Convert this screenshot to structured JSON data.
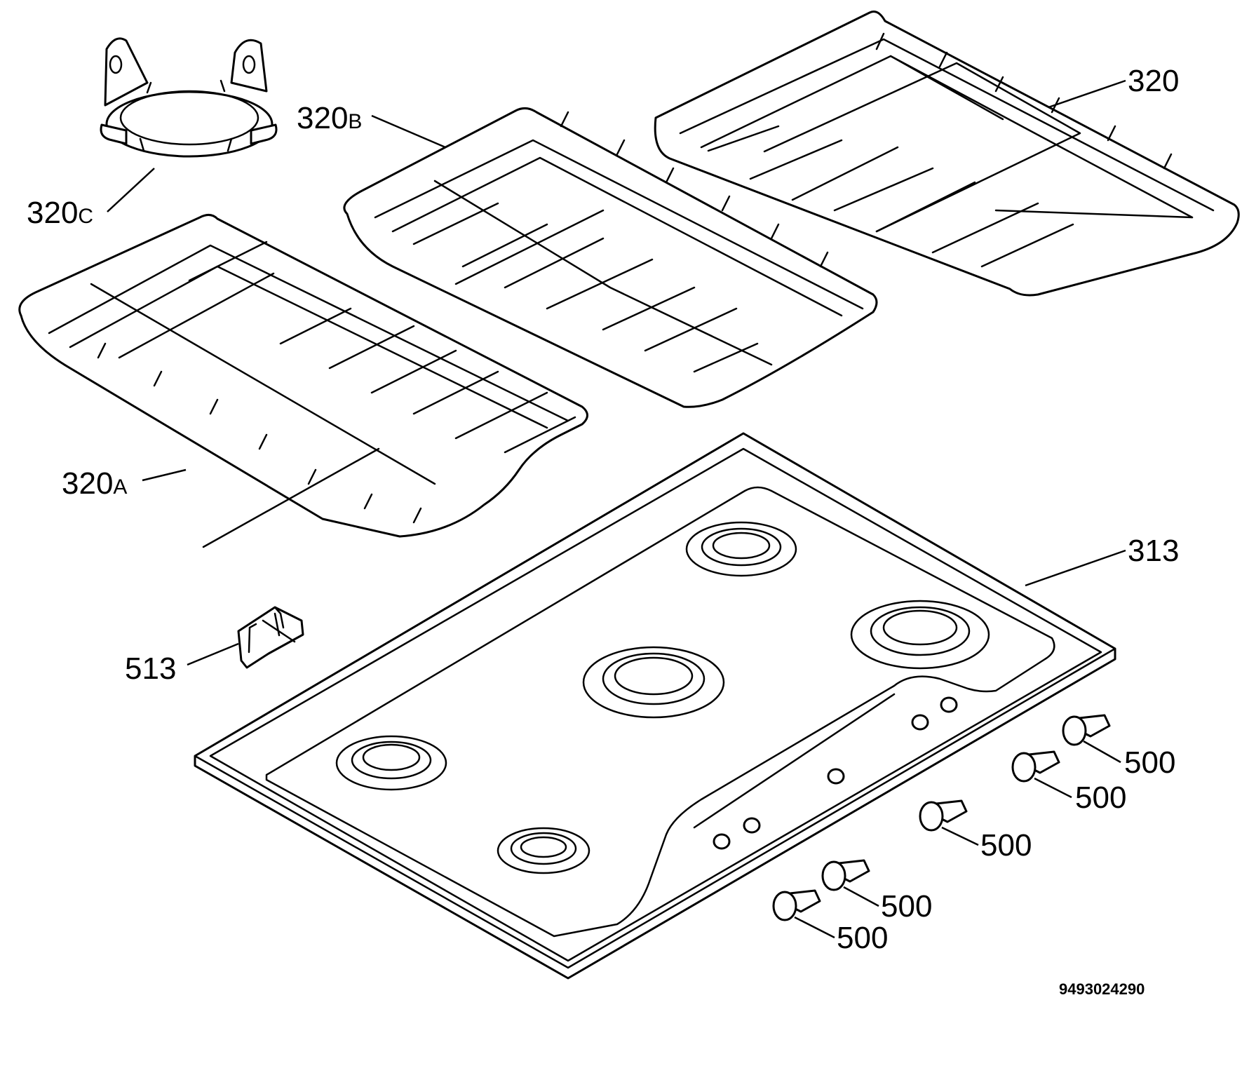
{
  "diagram": {
    "callouts": {
      "c320": "320",
      "c320b_num": "320",
      "c320b_suffix": "B",
      "c320c_num": "320",
      "c320c_suffix": "C",
      "c320a_num": "320",
      "c320a_suffix": "A",
      "c313": "313",
      "c513": "513",
      "c500_1": "500",
      "c500_2": "500",
      "c500_3": "500",
      "c500_4": "500",
      "c500_5": "500"
    },
    "drawing_number": "9493024290"
  }
}
